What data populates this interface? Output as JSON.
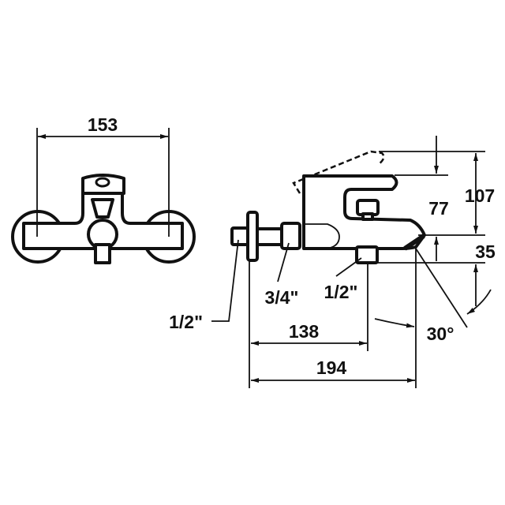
{
  "front_view": {
    "width_label": "153"
  },
  "side_view": {
    "inlet_label": "1/2\"",
    "nut_label": "3/4\"",
    "outlet_label": "1/2\"",
    "lever_travel_label": "77",
    "total_height_label": "107",
    "spout_height_label": "35",
    "outlet_distance_label": "138",
    "spout_projection_label": "194",
    "spray_angle_label": "30°"
  }
}
